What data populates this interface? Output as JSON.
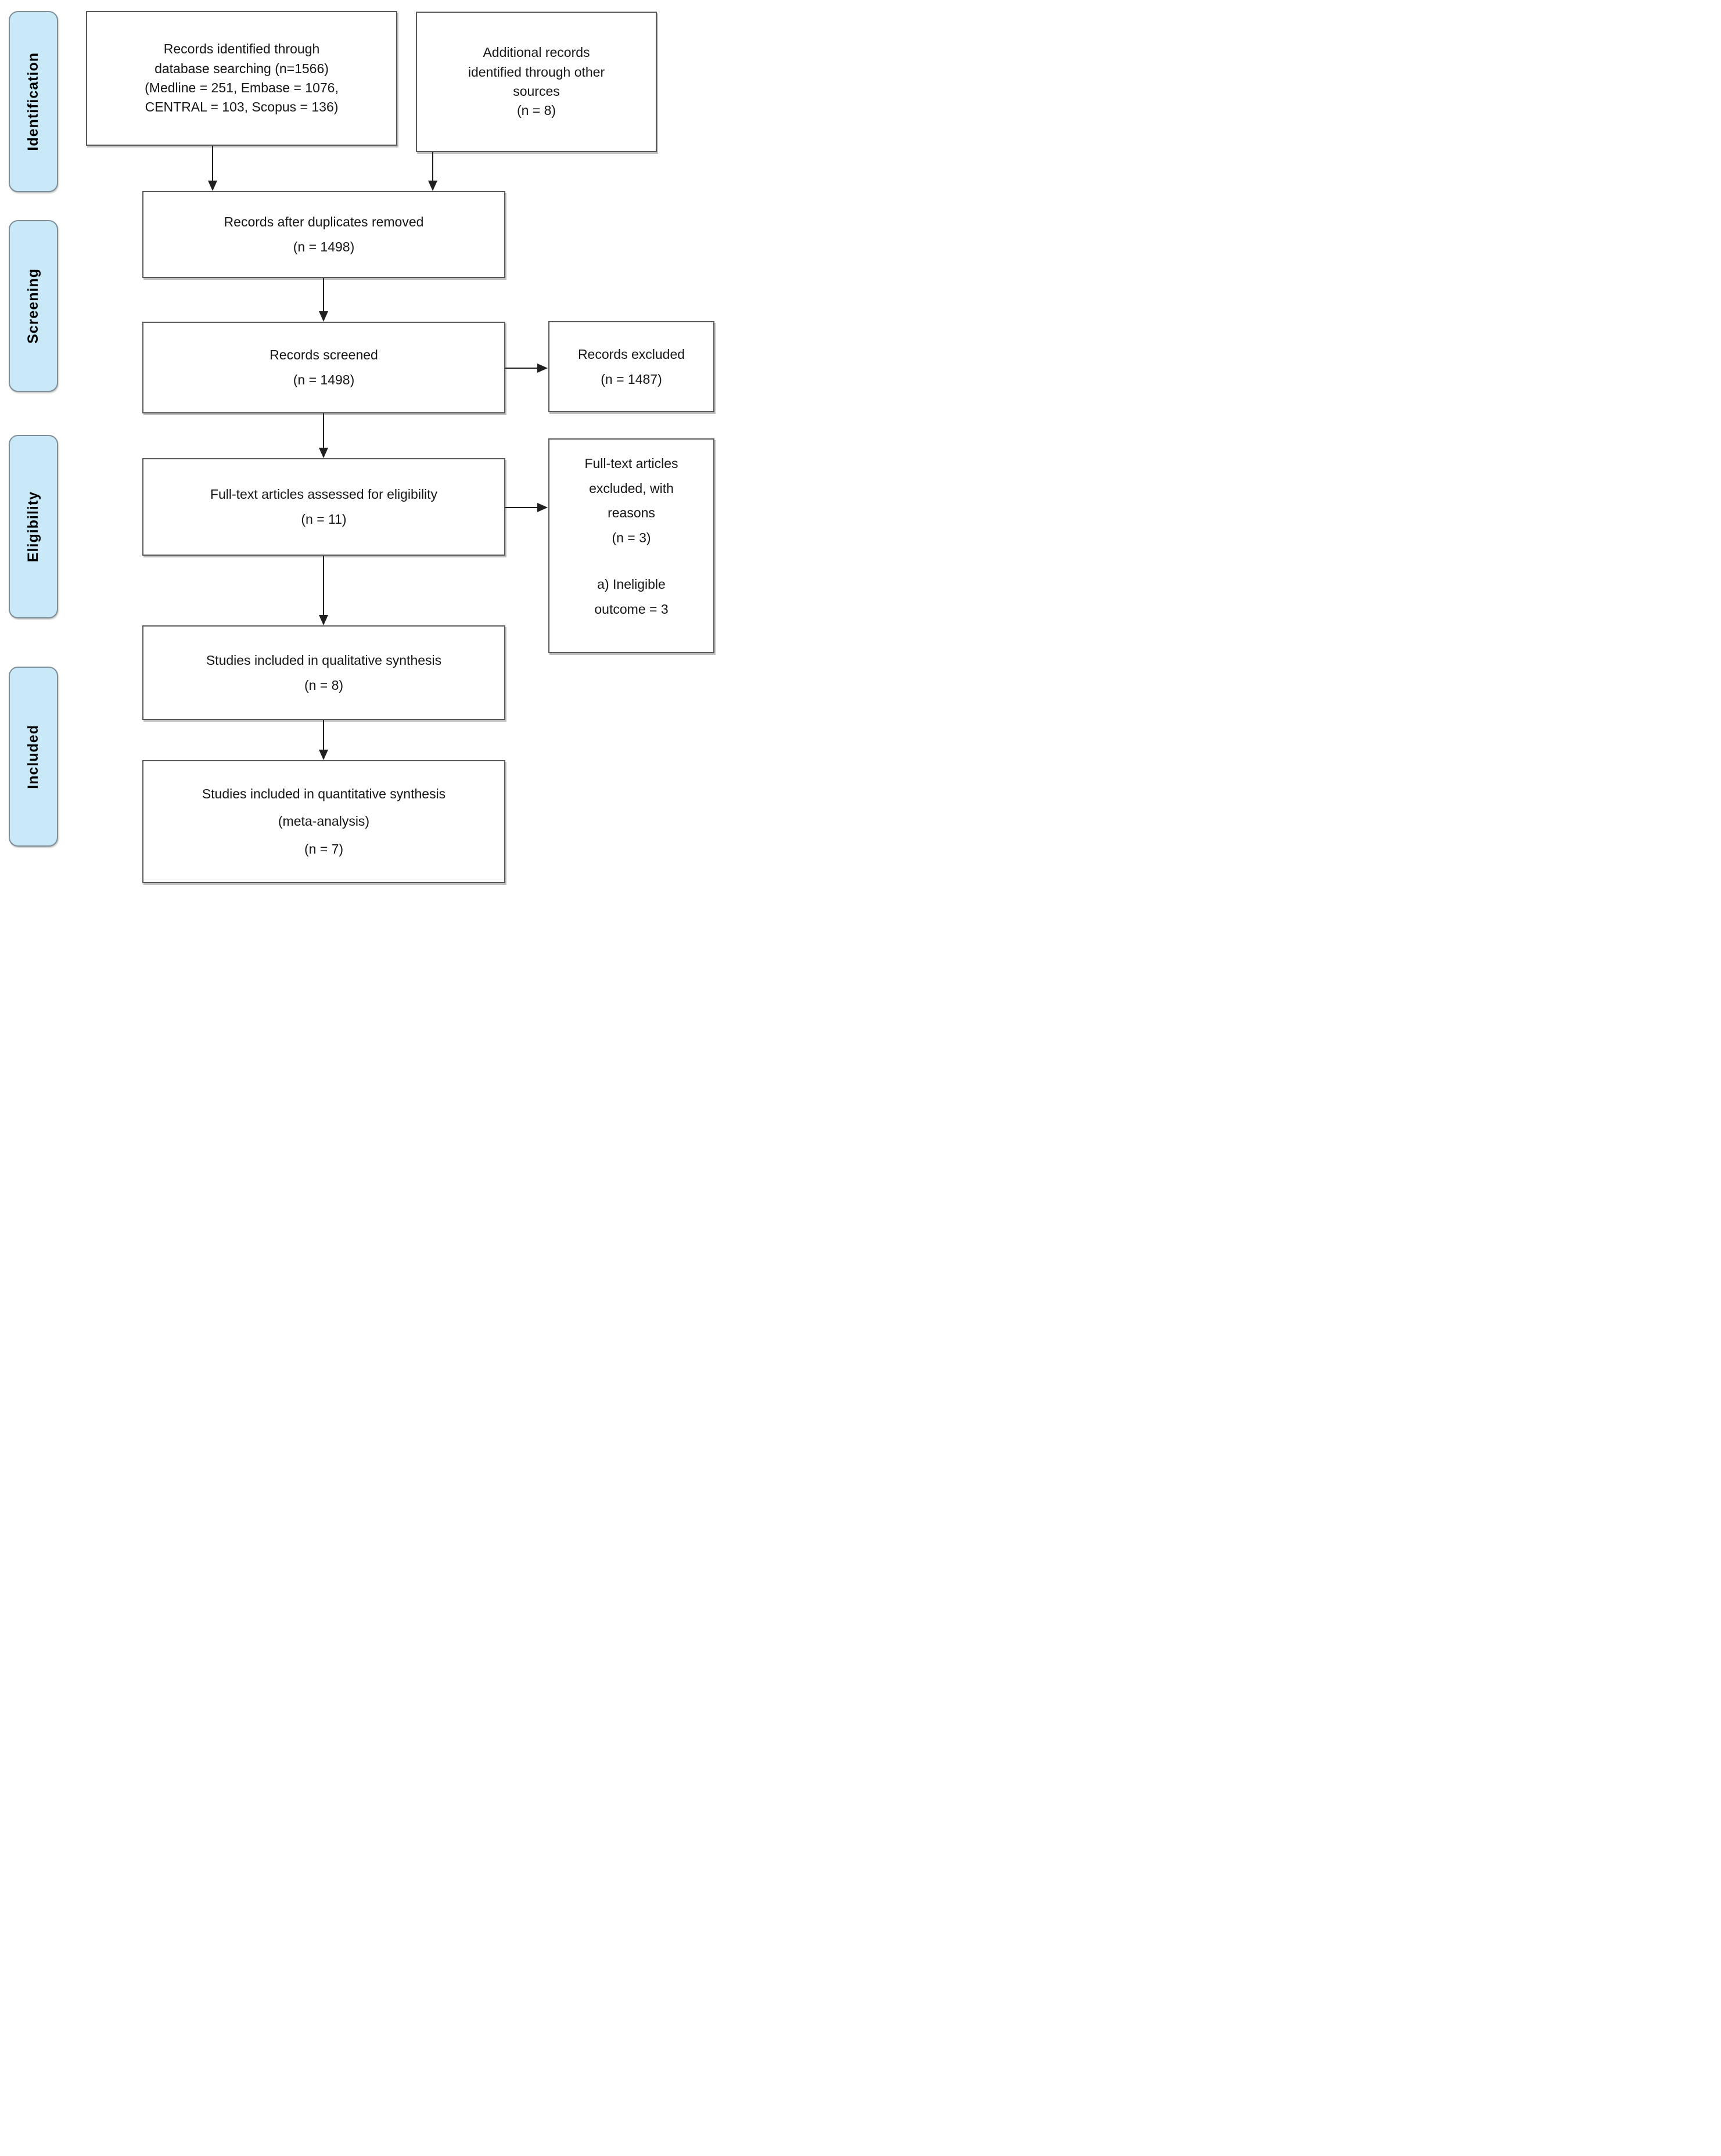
{
  "figure": {
    "type": "prisma-flow-diagram"
  },
  "colors": {
    "stage_tab_fill": "#c9e9f9",
    "stage_tab_border": "#7f8f99",
    "box_border": "#595959",
    "arrow": "#1f1f1f"
  },
  "sidebar": {
    "stages": [
      {
        "label": "Identification"
      },
      {
        "label": "Screening"
      },
      {
        "label": "Eligibility"
      },
      {
        "label": "Included"
      }
    ]
  },
  "flow": {
    "identified": {
      "lines": [
        "Records identified through",
        "database searching (n=1566)",
        "(Medline = 251, Embase = 1076,",
        "CENTRAL = 103, Scopus = 136)"
      ]
    },
    "additional": {
      "lines": [
        "Additional records",
        "identified through other",
        "sources",
        "(n = 8)"
      ]
    },
    "duplicates_removed": {
      "lines": [
        "Records after duplicates removed",
        "(n = 1498)"
      ]
    },
    "screened": {
      "lines": [
        "Records screened",
        "(n = 1498)"
      ]
    },
    "records_excluded": {
      "lines": [
        "Records excluded",
        "(n = 1487)"
      ]
    },
    "fulltext_assessed": {
      "lines": [
        "Full-text articles assessed for eligibility",
        "(n = 11)"
      ]
    },
    "fulltext_excluded": {
      "lines": [
        "Full-text articles",
        "excluded, with",
        "reasons",
        "(n = 3)"
      ],
      "reasons": [
        "a) Ineligible",
        "outcome = 3"
      ]
    },
    "qualitative": {
      "lines": [
        "Studies included in qualitative synthesis",
        "(n = 8)"
      ]
    },
    "quantitative": {
      "lines": [
        "Studies included in quantitative synthesis",
        "(meta-analysis)",
        "(n = 7)"
      ]
    }
  }
}
